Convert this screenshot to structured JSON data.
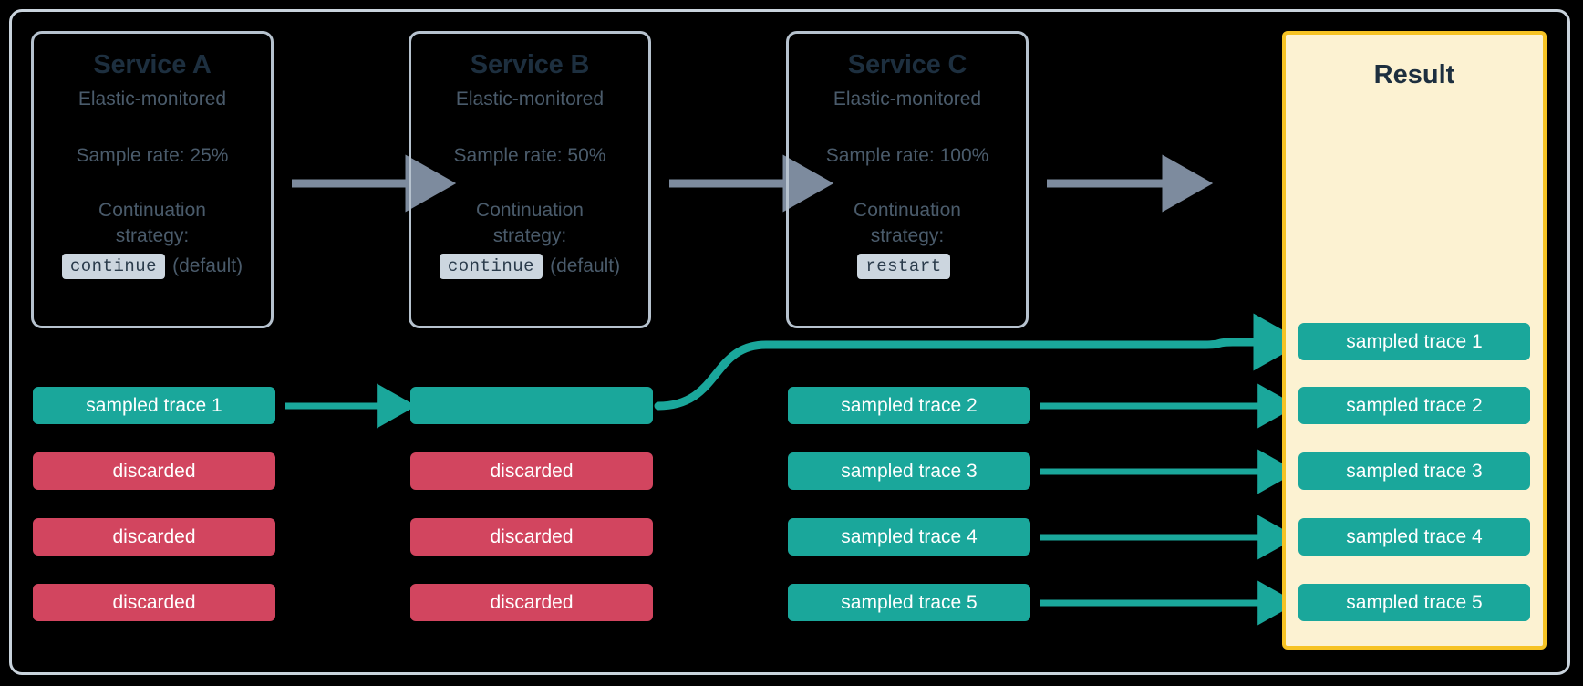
{
  "diagram": {
    "title_hidden": "",
    "colors": {
      "teal": "#1aa79b",
      "red": "#d2445f",
      "yellow_border": "#f6c324",
      "yellow_fill": "#fcf2d2",
      "grey_arrow": "#7d8b9e",
      "card_border": "#b6c2ce",
      "text_dark": "#1d2f3f",
      "text_body": "#4a5b6b",
      "code_chip_bg": "#ccd6df",
      "background": "#000000"
    }
  },
  "services": [
    {
      "id": "service-a",
      "title": "Service A",
      "subtitle": "Elastic-monitored",
      "sample_rate": "Sample rate: 25%",
      "strategy_label_line1": "Continuation",
      "strategy_label_line2": "strategy:",
      "strategy_value": "continue",
      "strategy_note": "(default)"
    },
    {
      "id": "service-b",
      "title": "Service B",
      "subtitle": "Elastic-monitored",
      "sample_rate": "Sample rate: 50%",
      "strategy_label_line1": "Continuation",
      "strategy_label_line2": "strategy:",
      "strategy_value": "continue",
      "strategy_note": "(default)"
    },
    {
      "id": "service-c",
      "title": "Service C",
      "subtitle": "Elastic-monitored",
      "sample_rate": "Sample rate: 100%",
      "strategy_label_line1": "Continuation",
      "strategy_label_line2": "strategy:",
      "strategy_value": "restart",
      "strategy_note": ""
    }
  ],
  "result": {
    "title": "Result",
    "traces": [
      "sampled trace 1",
      "sampled trace 2",
      "sampled trace 3",
      "sampled trace 4",
      "sampled trace 5"
    ]
  },
  "trace_columns": {
    "service_a": [
      {
        "label": "sampled trace 1",
        "state": "sampled"
      },
      {
        "label": "discarded",
        "state": "discarded"
      },
      {
        "label": "discarded",
        "state": "discarded"
      },
      {
        "label": "discarded",
        "state": "discarded"
      }
    ],
    "service_b": [
      {
        "label": "",
        "state": "sampled"
      },
      {
        "label": "discarded",
        "state": "discarded"
      },
      {
        "label": "discarded",
        "state": "discarded"
      },
      {
        "label": "discarded",
        "state": "discarded"
      }
    ],
    "service_c": [
      {
        "label": "sampled trace 2",
        "state": "sampled"
      },
      {
        "label": "sampled trace 3",
        "state": "sampled"
      },
      {
        "label": "sampled trace 4",
        "state": "sampled"
      },
      {
        "label": "sampled trace 5",
        "state": "sampled"
      }
    ]
  }
}
